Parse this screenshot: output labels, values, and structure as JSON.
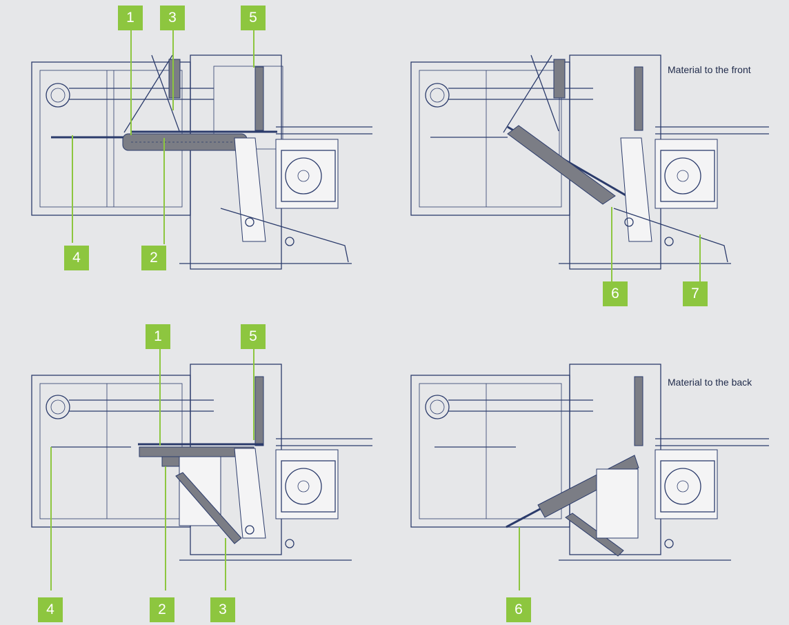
{
  "panels": [
    {
      "id": "top-left",
      "caption": "",
      "callouts": [
        "1",
        "3",
        "5",
        "4",
        "2"
      ]
    },
    {
      "id": "top-right",
      "caption": "Material to the front",
      "callouts": [
        "6",
        "7"
      ]
    },
    {
      "id": "bottom-left",
      "caption": "",
      "callouts": [
        "1",
        "5",
        "4",
        "2",
        "3"
      ]
    },
    {
      "id": "bottom-right",
      "caption": "Material to the back",
      "callouts": [
        "6"
      ]
    }
  ],
  "colors": {
    "background": "#e6e7e9",
    "callout": "#8dc63f",
    "drawing_line": "#2b3b6b",
    "part_fill": "#7b7d85"
  }
}
